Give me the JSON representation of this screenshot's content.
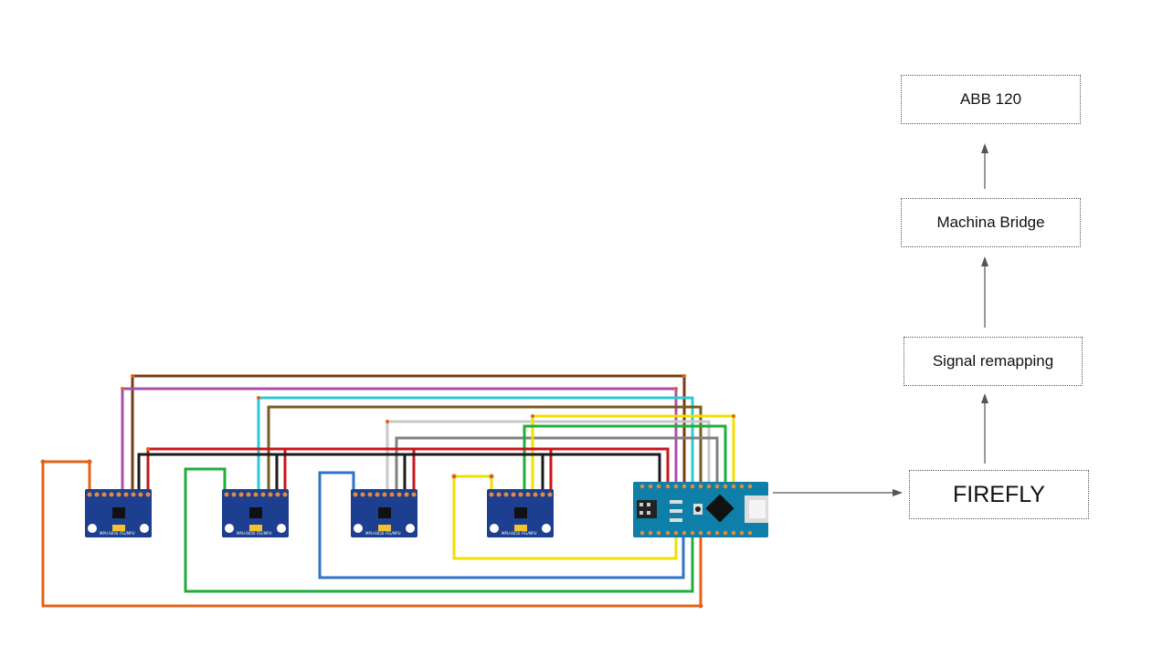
{
  "flow": {
    "abb": "ABB 120",
    "machina": "Machina Bridge",
    "remap": "Signal remapping",
    "firefly": "FIREFLY"
  },
  "modules": {
    "sensor_label": "MPU-6050 ITG/MPU",
    "sensor_icon": "imu-sensor-board",
    "controller_icon": "arduino-nano-board"
  },
  "colors": {
    "brown": "#7a3b10",
    "purple": "#a84fae",
    "cyan": "#2ec9d2",
    "olive": "#7a5a1e",
    "light_gray": "#c8c8c8",
    "dark_gray": "#808080",
    "red": "#c8161c",
    "black": "#1a1a1a",
    "yellow": "#f0e000",
    "green": "#1fae3a",
    "blue": "#2f74c6",
    "orange": "#e0621a",
    "board": "#1c3f8f",
    "nano": "#0e7fa8",
    "arrow": "#555555"
  }
}
